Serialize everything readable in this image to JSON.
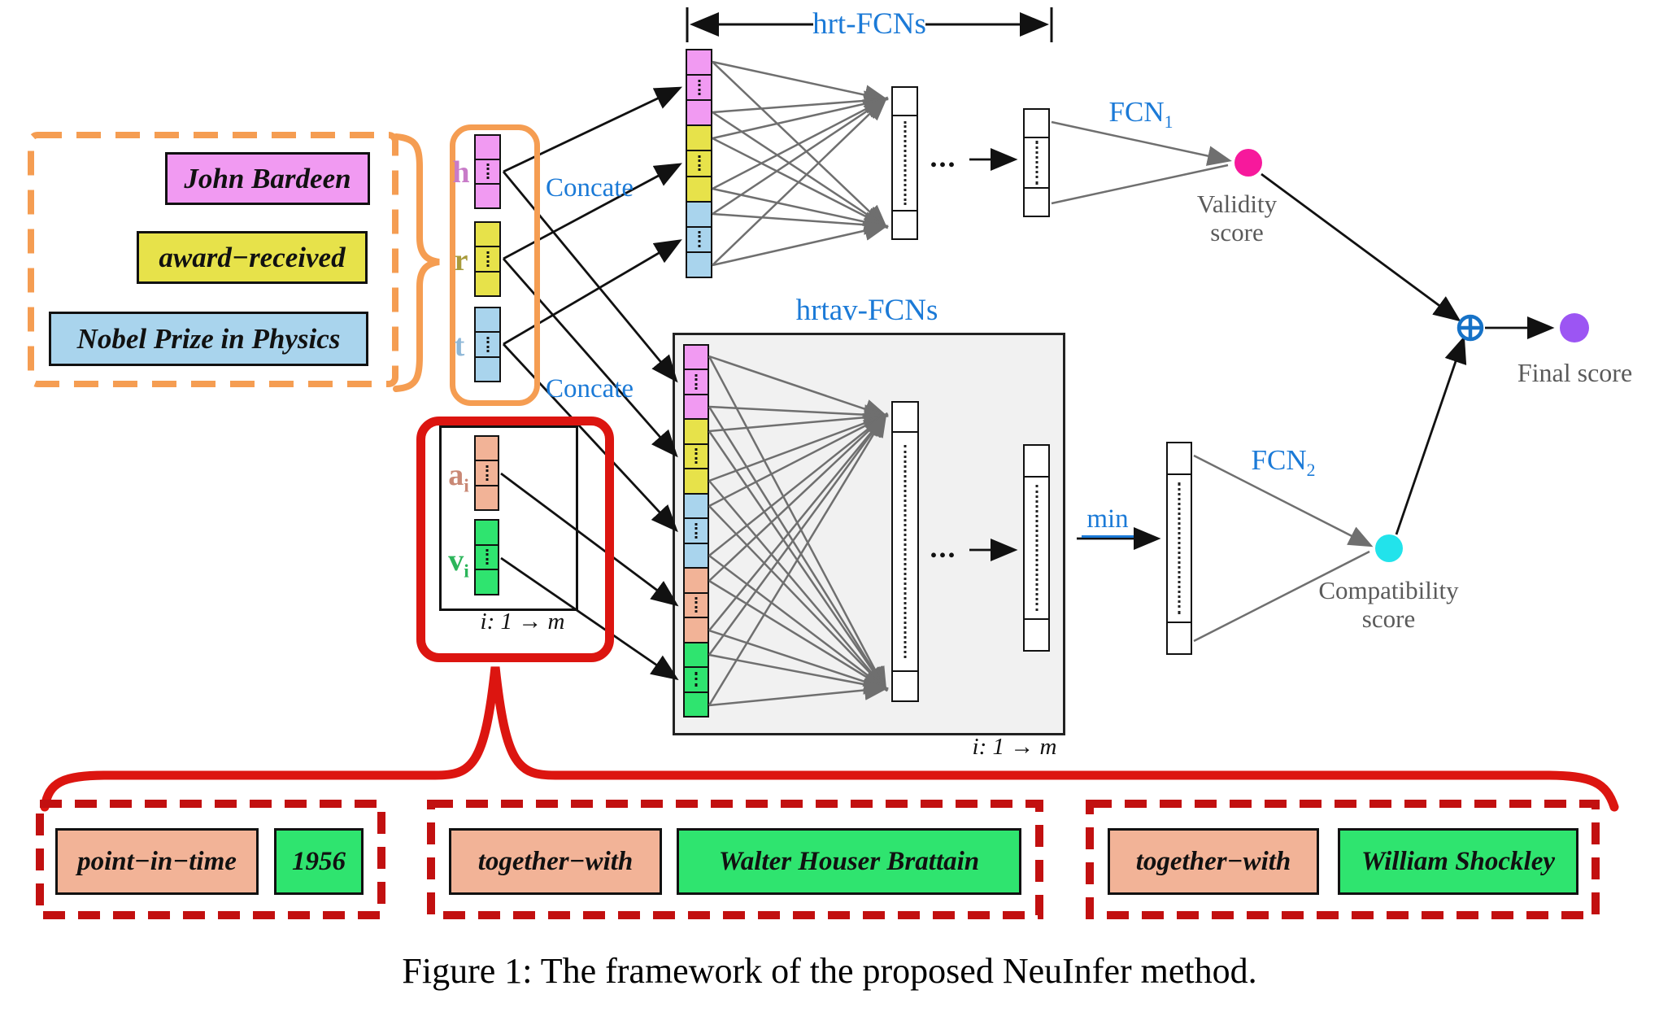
{
  "fact": {
    "head": "John Bardeen",
    "relation": "award−received",
    "tail": "Nobel Prize in Physics"
  },
  "vectors": {
    "h": "h",
    "r": "r",
    "t": "t",
    "a_base": "a",
    "a_sub": "i",
    "v_base": "v",
    "v_sub": "i"
  },
  "labels": {
    "hrt_fcns": "hrt-FCNs",
    "hrtav_fcns": "hrtav-FCNs",
    "concate_top": "Concate",
    "concate_bottom": "Concate",
    "fcn1_base": "FCN",
    "fcn1_sub": "1",
    "fcn2_base": "FCN",
    "fcn2_sub": "2",
    "min": "min",
    "ellipsis_top": "...",
    "ellipsis_mid": "...",
    "iter_inner": "i: 1 → m",
    "iter_outer": "i: 1 → m"
  },
  "scores": {
    "validity_line1": "Validity",
    "validity_line2": "score",
    "compatibility_line1": "Compatibility",
    "compatibility_line2": "score",
    "final": "Final score"
  },
  "attribute_pairs": [
    {
      "attribute": "point−in−time",
      "value": "1956"
    },
    {
      "attribute": "together−with",
      "value": "Walter Houser Brattain"
    },
    {
      "attribute": "together−with",
      "value": "William Shockley"
    }
  ],
  "caption": "Figure 1: The framework of the proposed NeuInfer method.",
  "colors": {
    "entity_pink": "#F19AF2",
    "relation_yellow": "#E7E24A",
    "entity_blue": "#A9D4ED",
    "attribute_salmon": "#F2B397",
    "value_green": "#2FE46F",
    "orange_frame": "#F59D52",
    "red_frame": "#DC1510",
    "red_dashed": "#C21010",
    "label_blue": "#1B7AD7",
    "gray_text": "#5A5A5A",
    "validity_pink": "#F7199C",
    "compatibility_cyan": "#22E3EB",
    "final_purple": "#9C55F3",
    "oplus_blue": "#1672C7"
  }
}
